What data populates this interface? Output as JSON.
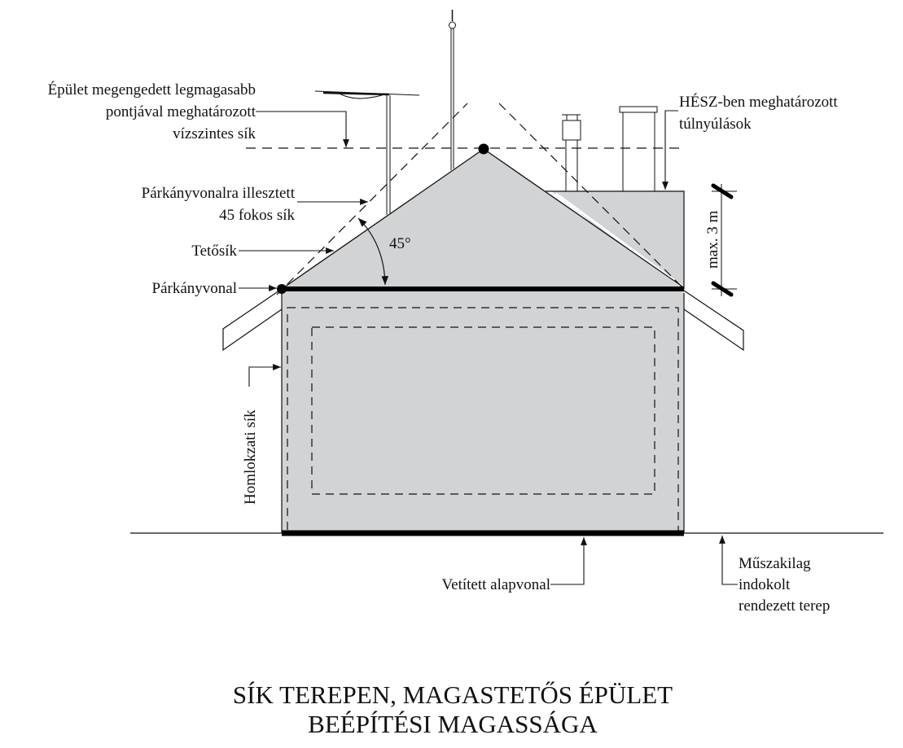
{
  "title": {
    "line1": "SÍK TEREPEN, MAGASTETŐS ÉPÜLET",
    "line2": "BEÉPÍTÉSI MAGASSÁGA"
  },
  "labels": {
    "highest_plane": {
      "line1": "Épület megengedett legmagasabb",
      "line2": "pontjával meghatározott",
      "line3": "vízszintes sík"
    },
    "fortyfive_plane": {
      "line1": "Párkányvonalra illesztett",
      "line2": "45 fokos sík"
    },
    "roof_plane": "Tetősík",
    "eaves_line": "Párkányvonal",
    "facade_plane": "Homlokzati sík",
    "projected_baseline": "Vetített alapvonal",
    "terrain": {
      "line1": "Műszakilag",
      "line2": "indokolt",
      "line3": "rendezett terep"
    },
    "overhangs": {
      "line1": "HÉSZ-ben meghatározott",
      "line2": "túlnyúlások"
    },
    "angle": "45°",
    "max_height": "max. 3 m"
  },
  "colors": {
    "fill": "#d2d3d5",
    "stroke": "#111111",
    "background": "#ffffff"
  }
}
